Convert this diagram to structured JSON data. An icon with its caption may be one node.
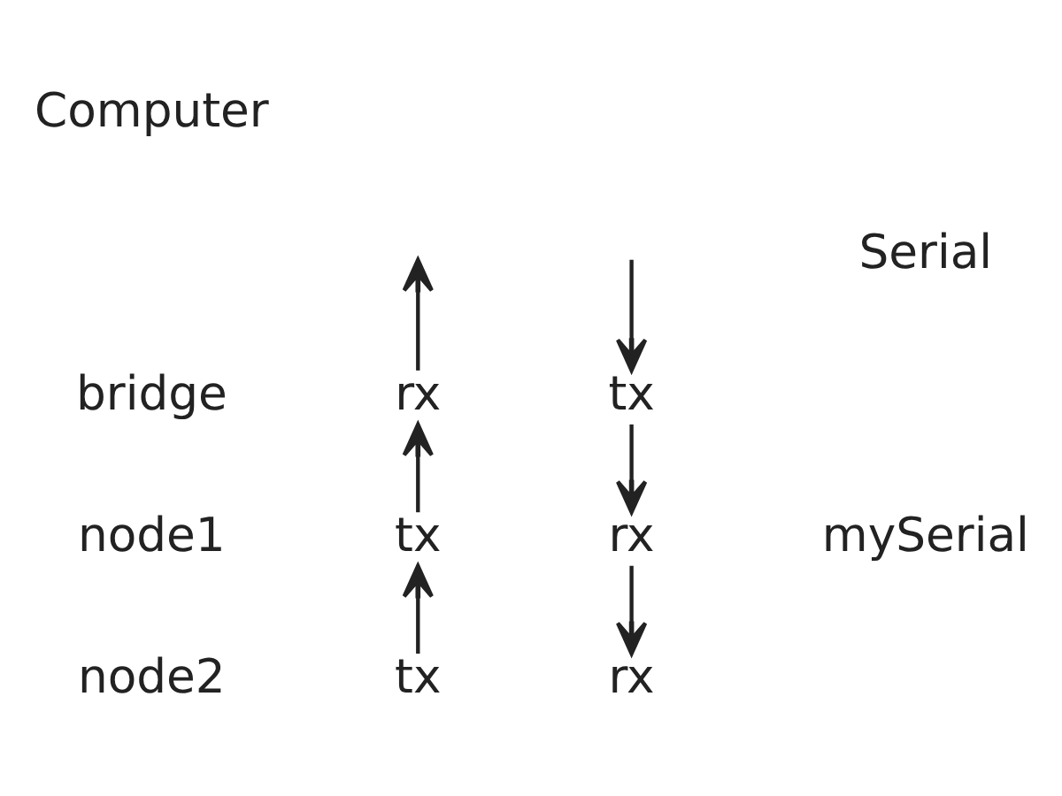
{
  "diagram": {
    "nodes": [
      {
        "text": [
          "rx"
        ]
      },
      {
        "text": [
          "tx"
        ]
      },
      {
        "text": [
          "tx"
        ]
      },
      {
        "text": [
          "rx"
        ]
      },
      {
        "text": [
          "tx"
        ]
      },
      {
        "text": [
          "rx"
        ]
      }
    ],
    "edges": [
      {
        "from": 0,
        "to": null,
        "arrow": "to"
      },
      {
        "from": null,
        "to": 1,
        "arrow": "to"
      },
      {
        "from": 2,
        "to": 0,
        "arrow": "to"
      },
      {
        "from": 1,
        "to": 3,
        "arrow": "to"
      },
      {
        "from": 4,
        "to": 2,
        "arrow": "to"
      },
      {
        "from": 3,
        "to": 5,
        "arrow": "to"
      }
    ],
    "labels": [
      "Computer",
      "Serial",
      "bridge",
      "mySerial",
      "node1",
      "node2"
    ]
  }
}
